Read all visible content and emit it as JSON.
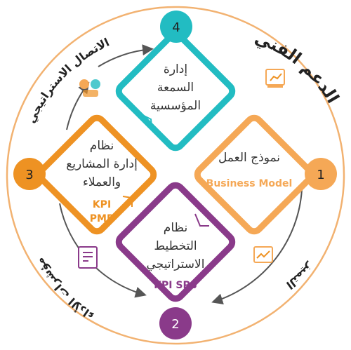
{
  "title": "الدعم الفني",
  "colors": {
    "orange_light": "#F5A856",
    "purple": "#8A3A8A",
    "orange": "#EE9223",
    "teal": "#22BCC2",
    "outline": "#F2B271",
    "grey": "#555555"
  },
  "arcs": {
    "top_left": "الاتصال الاستراتيجي",
    "bottom_left": "مؤشرات الأداء",
    "bottom_right": "التميز"
  },
  "steps": [
    {
      "number": "1",
      "lines": [
        "نموذج العمل"
      ],
      "sub": [
        "Business Model"
      ],
      "color": "#F5A856",
      "icon": "business-model-icon"
    },
    {
      "number": "2",
      "lines": [
        "نظام",
        "التخطيط",
        "الاستراتيجي"
      ],
      "sub": [
        "KPI SPS"
      ],
      "color": "#8A3A8A",
      "icon": "strategy-icon"
    },
    {
      "number": "3",
      "lines": [
        "نظام",
        "إدارة المشاريع",
        "والعملاء"
      ],
      "sub": [
        "KPI",
        "PMP"
      ],
      "color": "#EE9223",
      "icon": "kpi-icon"
    },
    {
      "number": "4",
      "lines": [
        "إدارة",
        "السمعة",
        "المؤسسية"
      ],
      "sub": [],
      "color": "#22BCC2",
      "icon": "reputation-icon"
    }
  ]
}
